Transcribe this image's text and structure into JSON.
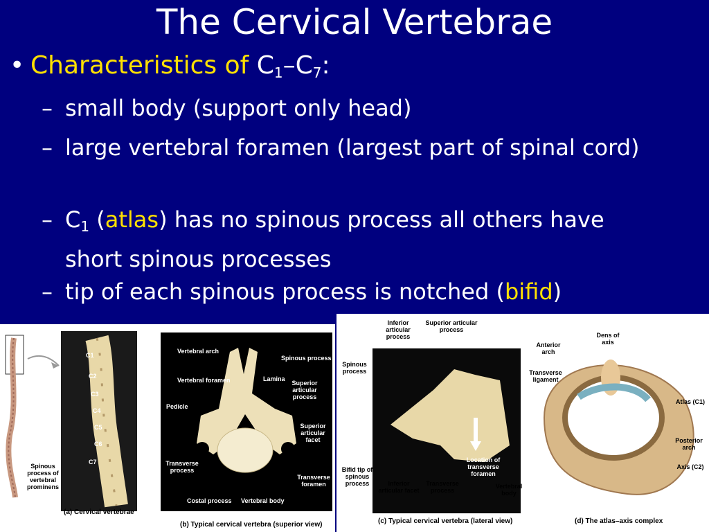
{
  "title": "The Cervical Vertebrae",
  "bullet": {
    "prefix": "Characteristics of",
    "c_first": "C",
    "sub_first": "1",
    "dash": "–",
    "c_last": "C",
    "sub_last": "7",
    "colon": ":"
  },
  "points": [
    {
      "dash": "–",
      "text": "small body (support only head)"
    },
    {
      "dash": "–",
      "text": "large vertebral foramen (largest part of spinal cord)"
    },
    {
      "dash": "–",
      "c": "C",
      "sub": "1",
      "pre": " (",
      "highlight": "atlas",
      "post": ") has no spinous process all others have short spinous processes"
    },
    {
      "dash": "–",
      "pre": "tip of each spinous process is notched (",
      "highlight": "bifid",
      "post": ")"
    }
  ],
  "colors": {
    "background": "#00007f",
    "text": "#ffffff",
    "highlight": "#ffe100",
    "bone": "#e8d8a8"
  },
  "figures": {
    "a": {
      "caption": "(a) Cervical vertebrae",
      "levels": [
        "C1",
        "C2",
        "C3",
        "C4",
        "C5",
        "C6",
        "C7"
      ],
      "note": "Spinous process of vertebral prominens"
    },
    "b": {
      "caption": "(b) Typical cervical vertebra (superior view)",
      "labels": {
        "arch": "Vertebral arch",
        "spinous": "Spinous process",
        "lamina": "Lamina",
        "foramen": "Vertebral foramen",
        "sup_proc": "Superior articular process",
        "pedicle": "Pedicle",
        "sup_facet": "Superior articular facet",
        "transverse": "Transverse process",
        "transverse_foramen": "Transverse foramen",
        "costal": "Costal process",
        "body": "Vertebral body"
      }
    },
    "c": {
      "caption": "(c) Typical cervical vertebra (lateral view)",
      "labels": {
        "inf_proc": "Inferior articular process",
        "sup_proc": "Superior articular process",
        "spinous": "Spinous process",
        "bifid": "Bifid tip of spinous process",
        "inf_facet": "Inferior articular facet",
        "transverse": "Transverse process",
        "location": "Location of transverse foramen",
        "body": "Vertebral body"
      }
    },
    "d": {
      "caption": "(d) The atlas–axis complex",
      "labels": {
        "dens": "Dens of axis",
        "anterior": "Anterior arch",
        "ligament": "Transverse ligament",
        "atlas": "Atlas (C1)",
        "posterior": "Posterior arch",
        "axis": "Axis (C2)"
      }
    }
  }
}
